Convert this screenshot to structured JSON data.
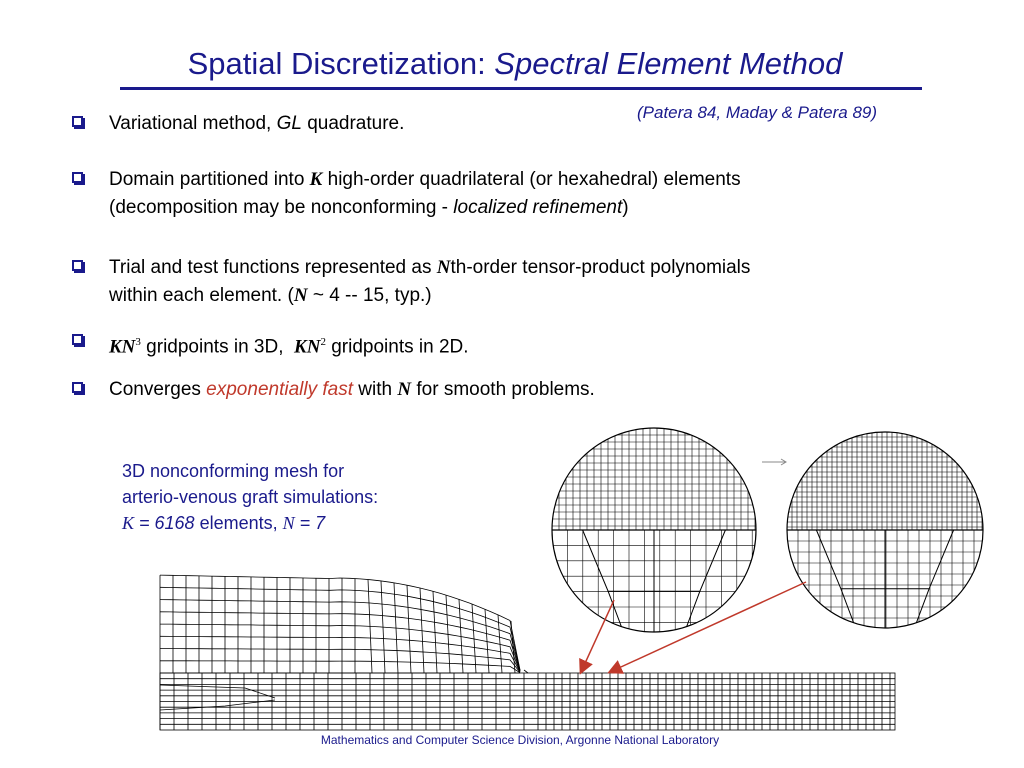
{
  "slide": {
    "title_plain": "Spatial Discretization: ",
    "title_italic": "Spectral Element Method",
    "citation": "(Patera 84, Maday & Patera 89)",
    "footer": "Mathematics and Computer Science Division, Argonne National Laboratory"
  },
  "bullets": {
    "b1": {
      "pre": "Variational method, ",
      "italic": "GL",
      "post": " quadrature."
    },
    "b2": {
      "pre": "Domain partitioned into ",
      "K": "K",
      "post": " high-order quadrilateral (or hexahedral) elements",
      "line2_pre": "(decomposition may be nonconforming - ",
      "line2_italic": "localized refinement",
      "line2_post": ")"
    },
    "b3": {
      "pre": "Trial and test functions represented as ",
      "N": "N",
      "post": "th-order tensor-product polynomials",
      "line2_pre": "within each element.  (",
      "N2": "N",
      "line2_post": " ~ 4 -- 15, typ.)"
    },
    "b4": {
      "kn1": "KN",
      "sup1": "3",
      "mid": " gridpoints in 3D,  ",
      "kn2": "KN",
      "sup2": "2",
      "post": " gridpoints in 2D."
    },
    "b5": {
      "pre": "Converges ",
      "red": "exponentially fast",
      "mid": " with ",
      "N": "N",
      "post": " for smooth problems."
    }
  },
  "caption": {
    "line1": "3D nonconforming mesh for",
    "line2": "arterio-venous graft simulations:",
    "k": "K",
    "k_val": " = 6168",
    "mid": " elements, ",
    "n": "N",
    "n_val": " = 7"
  },
  "colors": {
    "title_blue": "#1a1a8c",
    "accent_red": "#c0392b",
    "arrow_red": "#c0392b"
  }
}
